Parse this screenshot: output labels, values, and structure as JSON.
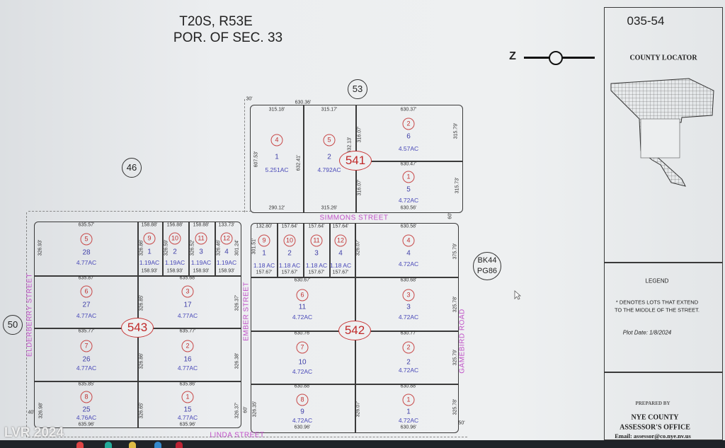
{
  "header": {
    "title_line1": "T20S, R53E",
    "title_line2": "POR. OF SEC. 33"
  },
  "north_arrow": {
    "label": "Z",
    "icon": "north-arrow-icon"
  },
  "references": {
    "top": "53",
    "left": "46",
    "far_left": "50",
    "book_page_1": "BK44",
    "book_page_2": "PG86"
  },
  "streets": {
    "simmons": "SIMMONS STREET",
    "elderberry": "ELDERBERRY STREET",
    "ember": "EMBER STREET",
    "gamebird": "GAMEBIRD ROAD",
    "linda": "LINDA STREET"
  },
  "blocks": [
    {
      "book": "541",
      "lots": [
        {
          "marker": "4",
          "lot": "1",
          "acres": "5.251AC"
        },
        {
          "marker": "5",
          "lot": "2",
          "acres": "4.792AC"
        },
        {
          "marker": "2",
          "lot": "6",
          "acres": "4.57AC"
        },
        {
          "marker": "1",
          "lot": "5",
          "acres": "4.72AC"
        }
      ],
      "dims": [
        "30'",
        "630.36'",
        "315.18'",
        "315.17'",
        "630.37'",
        "607.53'",
        "632.41'",
        "632.13'",
        "316.07'",
        "315.79'",
        "630.47'",
        "316.07'",
        "315.73'",
        "290.12'",
        "315.26'",
        "630.56'",
        "60'"
      ]
    },
    {
      "book": "543",
      "lots": [
        {
          "marker": "5",
          "lot": "28",
          "acres": "4.77AC"
        },
        {
          "marker": "9",
          "lot": "1",
          "acres": "1.19AC"
        },
        {
          "marker": "10",
          "lot": "2",
          "acres": "1.19AC"
        },
        {
          "marker": "11",
          "lot": "3",
          "acres": "1.19AC"
        },
        {
          "marker": "12",
          "lot": "4",
          "acres": "1.19AC"
        },
        {
          "marker": "6",
          "lot": "27",
          "acres": "4.77AC"
        },
        {
          "marker": "3",
          "lot": "17",
          "acres": "4.77AC"
        },
        {
          "marker": "7",
          "lot": "26",
          "acres": "4.77AC"
        },
        {
          "marker": "2",
          "lot": "16",
          "acres": "4.77AC"
        },
        {
          "marker": "8",
          "lot": "25",
          "acres": "4.76AC"
        },
        {
          "marker": "1",
          "lot": "15",
          "acres": "4.77AC"
        }
      ],
      "dims": [
        "635.57'",
        "158.88'",
        "156.88'",
        "158.88'",
        "133.73'",
        "326.93'",
        "326.86'",
        "326.59'",
        "326.52'",
        "326.46'",
        "301.24'",
        "158.93'",
        "158.93'",
        "158.93'",
        "158.93'",
        "635.87'",
        "635.68'",
        "326.85'",
        "326.37'",
        "635.77'",
        "635.77'",
        "326.86'",
        "326.38'",
        "635.85'",
        "635.86'",
        "326.98'",
        "326.65'",
        "326.37'",
        "40'",
        "635.96'",
        "635.96'"
      ]
    },
    {
      "book": "542",
      "lots": [
        {
          "marker": "9",
          "lot": "1",
          "acres": "1.18 AC"
        },
        {
          "marker": "10",
          "lot": "2",
          "acres": "1.18 AC"
        },
        {
          "marker": "11",
          "lot": "3",
          "acres": "1.18 AC"
        },
        {
          "marker": "12",
          "lot": "4",
          "acres": "1.18 AC"
        },
        {
          "marker": "4",
          "lot": "4",
          "acres": "4.72AC"
        },
        {
          "marker": "6",
          "lot": "11",
          "acres": "4.72AC"
        },
        {
          "marker": "3",
          "lot": "3",
          "acres": "4.72AC"
        },
        {
          "marker": "7",
          "lot": "10",
          "acres": "4.72AC"
        },
        {
          "marker": "2",
          "lot": "2",
          "acres": "4.72AC"
        },
        {
          "marker": "8",
          "lot": "9",
          "acres": "4.72AC"
        },
        {
          "marker": "1",
          "lot": "1",
          "acres": "4.72AC"
        }
      ],
      "dims": [
        "132.80'",
        "157.64'",
        "157.64'",
        "157.64'",
        "630.58'",
        "301.51'",
        "326.07'",
        "375.79'",
        "157.67'",
        "157.67'",
        "157.67'",
        "157.67'",
        "630.67'",
        "630.68'",
        "325.78'",
        "630.76'",
        "630.77'",
        "325.79'",
        "630.88'",
        "630.88'",
        "326.35'",
        "326.07'",
        "325.78'",
        "60'",
        "630.96'",
        "630.96'",
        "50'"
      ]
    }
  ],
  "panel": {
    "map_number": "035-54",
    "locator_title": "COUNTY LOCATOR",
    "legend_title": "LEGEND",
    "legend_line1": "* DENOTES LOTS THAT EXTEND",
    "legend_line2": "TO THE MIDDLE OF THE STREET.",
    "plot_date": "Plot Date: 1/8/2024",
    "prepared_by": "PREPARED BY",
    "office_line1": "NYE COUNTY",
    "office_line2": "ASSESSOR'S OFFICE",
    "email": "Email: assessor@co.nye.nv.us"
  },
  "watermark": "LVR 2024",
  "colors": {
    "marker": "#c03030",
    "street": "#c050c8",
    "acres": "#4848b8"
  }
}
